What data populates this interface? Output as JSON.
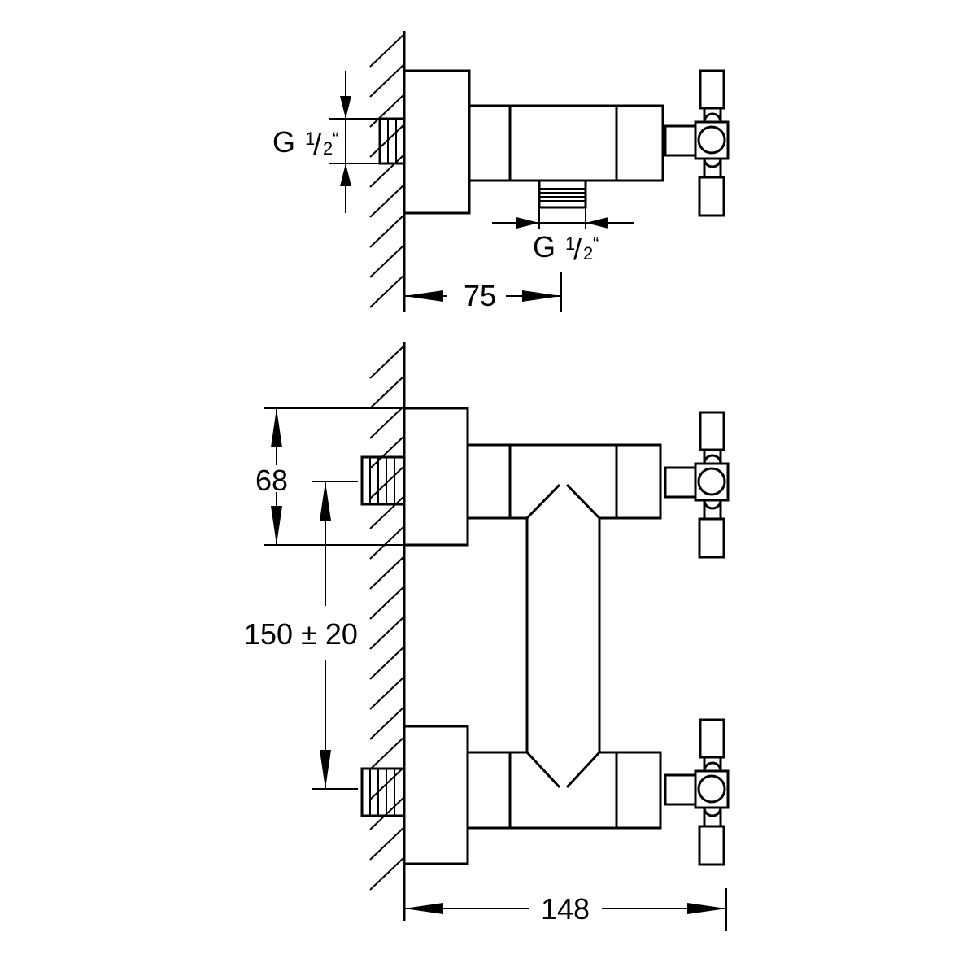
{
  "title": "Shower mixer dimension drawing",
  "color_line": "#000000",
  "dimensions": {
    "top_inlet_thread": {
      "prefix": "G",
      "num": "1",
      "slash": "/",
      "den": "2",
      "quote": "“"
    },
    "outlet_thread": {
      "prefix": "G",
      "num": "1",
      "slash": "/",
      "den": "2",
      "quote": "“"
    },
    "projection_outlet": "75",
    "flange_height": "68",
    "inlet_spacing": "150 ± 20",
    "total_depth": "148"
  }
}
